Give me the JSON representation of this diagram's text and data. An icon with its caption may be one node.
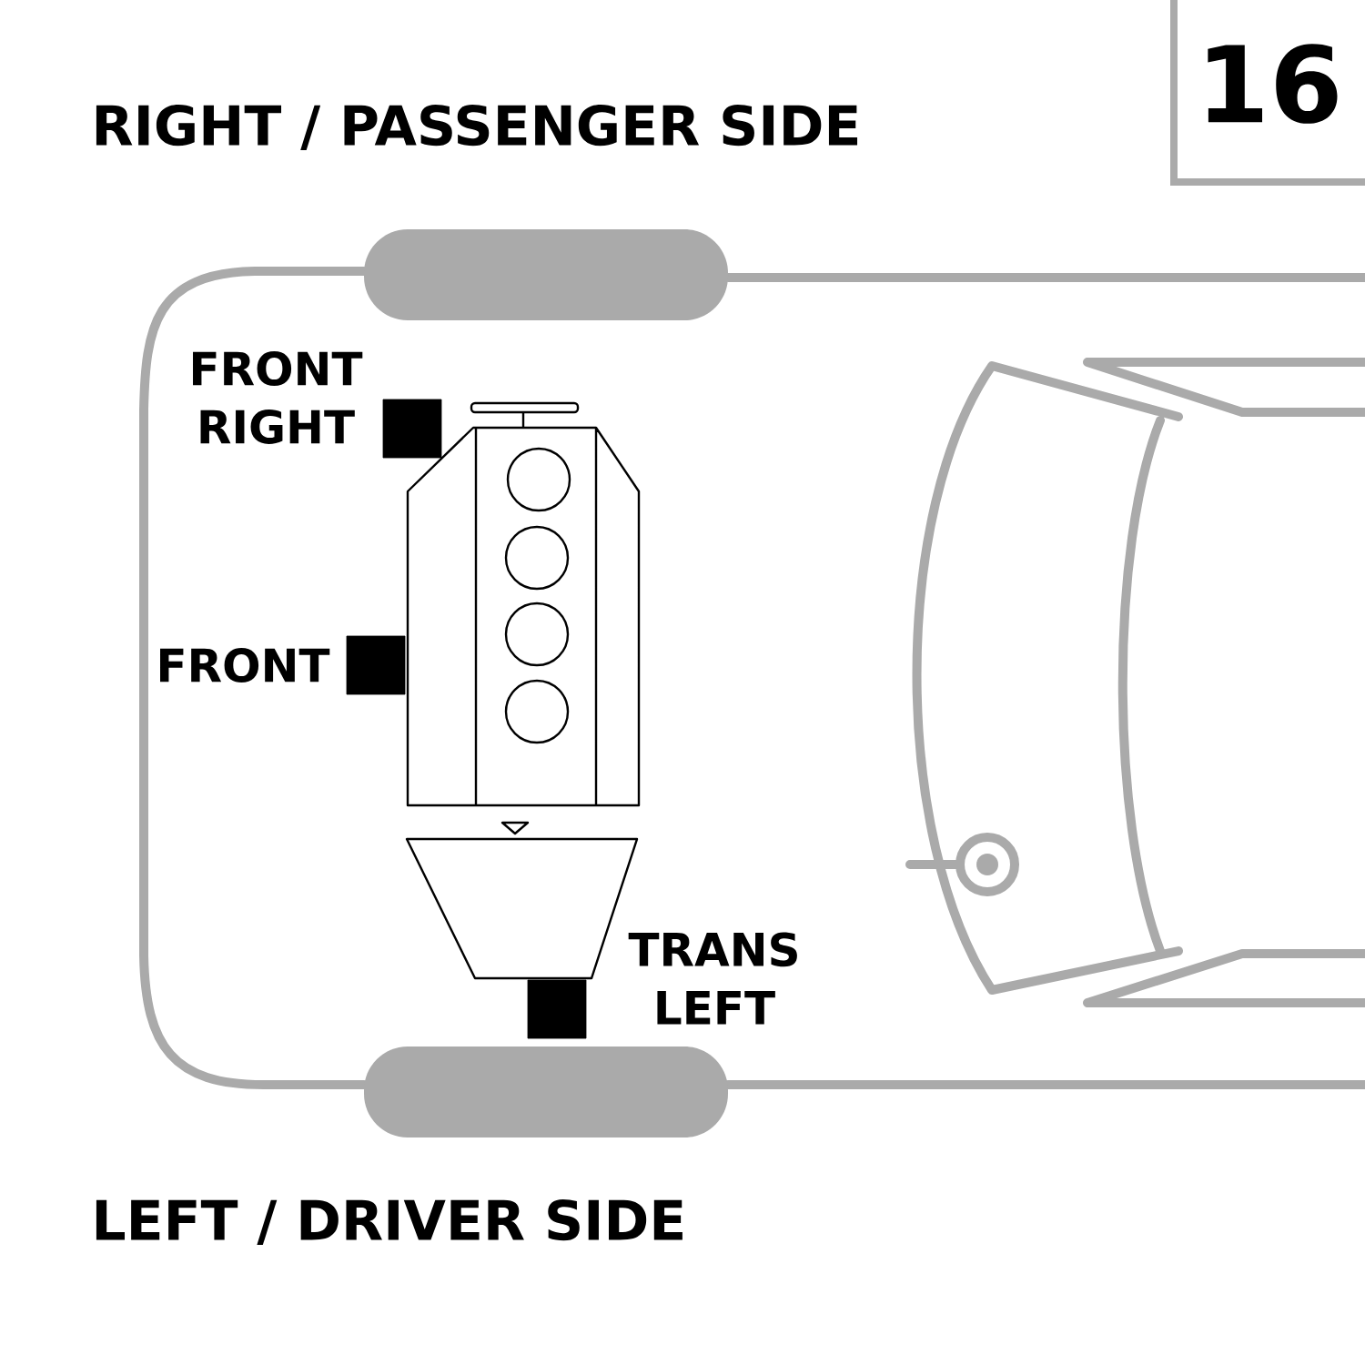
{
  "diagram": {
    "nodes": [
      {
        "text": [
          "16"
        ]
      },
      {
        "text": [],
        "shape": "box",
        "beside": [
          "FRONT RIGHT"
        ]
      },
      {
        "text": [],
        "shape": "box",
        "beside": [
          "FRONT"
        ]
      },
      {
        "text": [],
        "shape": "box",
        "beside": [
          "TRANS LEFT"
        ]
      }
    ],
    "labels": [
      "RIGHT / PASSENGER SIDE",
      "LEFT / DRIVER SIDE"
    ]
  }
}
